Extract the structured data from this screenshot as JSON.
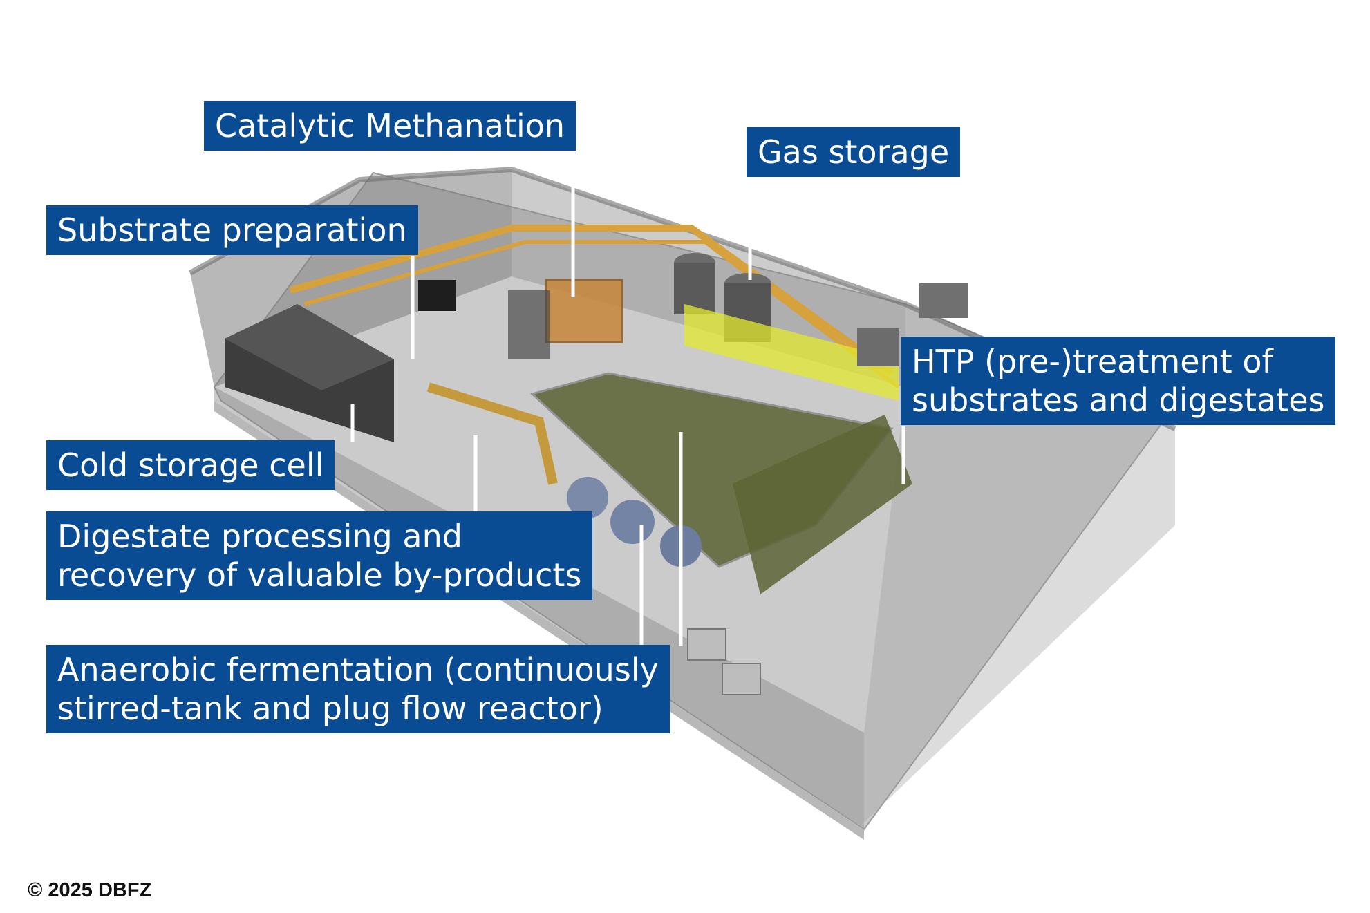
{
  "labels": {
    "catalytic_methanation": [
      "Catalytic Methanation"
    ],
    "gas_storage": [
      "Gas storage"
    ],
    "substrate_preparation": [
      "Substrate preparation"
    ],
    "htp_treatment": [
      "HTP (pre-)treatment of",
      "substrates and digestates"
    ],
    "cold_storage": [
      "Cold storage cell"
    ],
    "digestate_processing": [
      "Digestate processing and",
      "recovery of valuable by-products"
    ],
    "anaerobic_fermentation": [
      "Anaerobic fermentation (continuously",
      "stirred-tank and plug flow reactor)"
    ]
  },
  "copyright": "© 2025 DBFZ",
  "colors": {
    "label_bg": "#0a4c94",
    "label_text": "#ffffff",
    "pipe": "#d7a13b",
    "tank_yellow": "#e3e82f",
    "platform": "#5b6232",
    "floor": "#cfcfcf",
    "wall": "#8a8a8a"
  }
}
